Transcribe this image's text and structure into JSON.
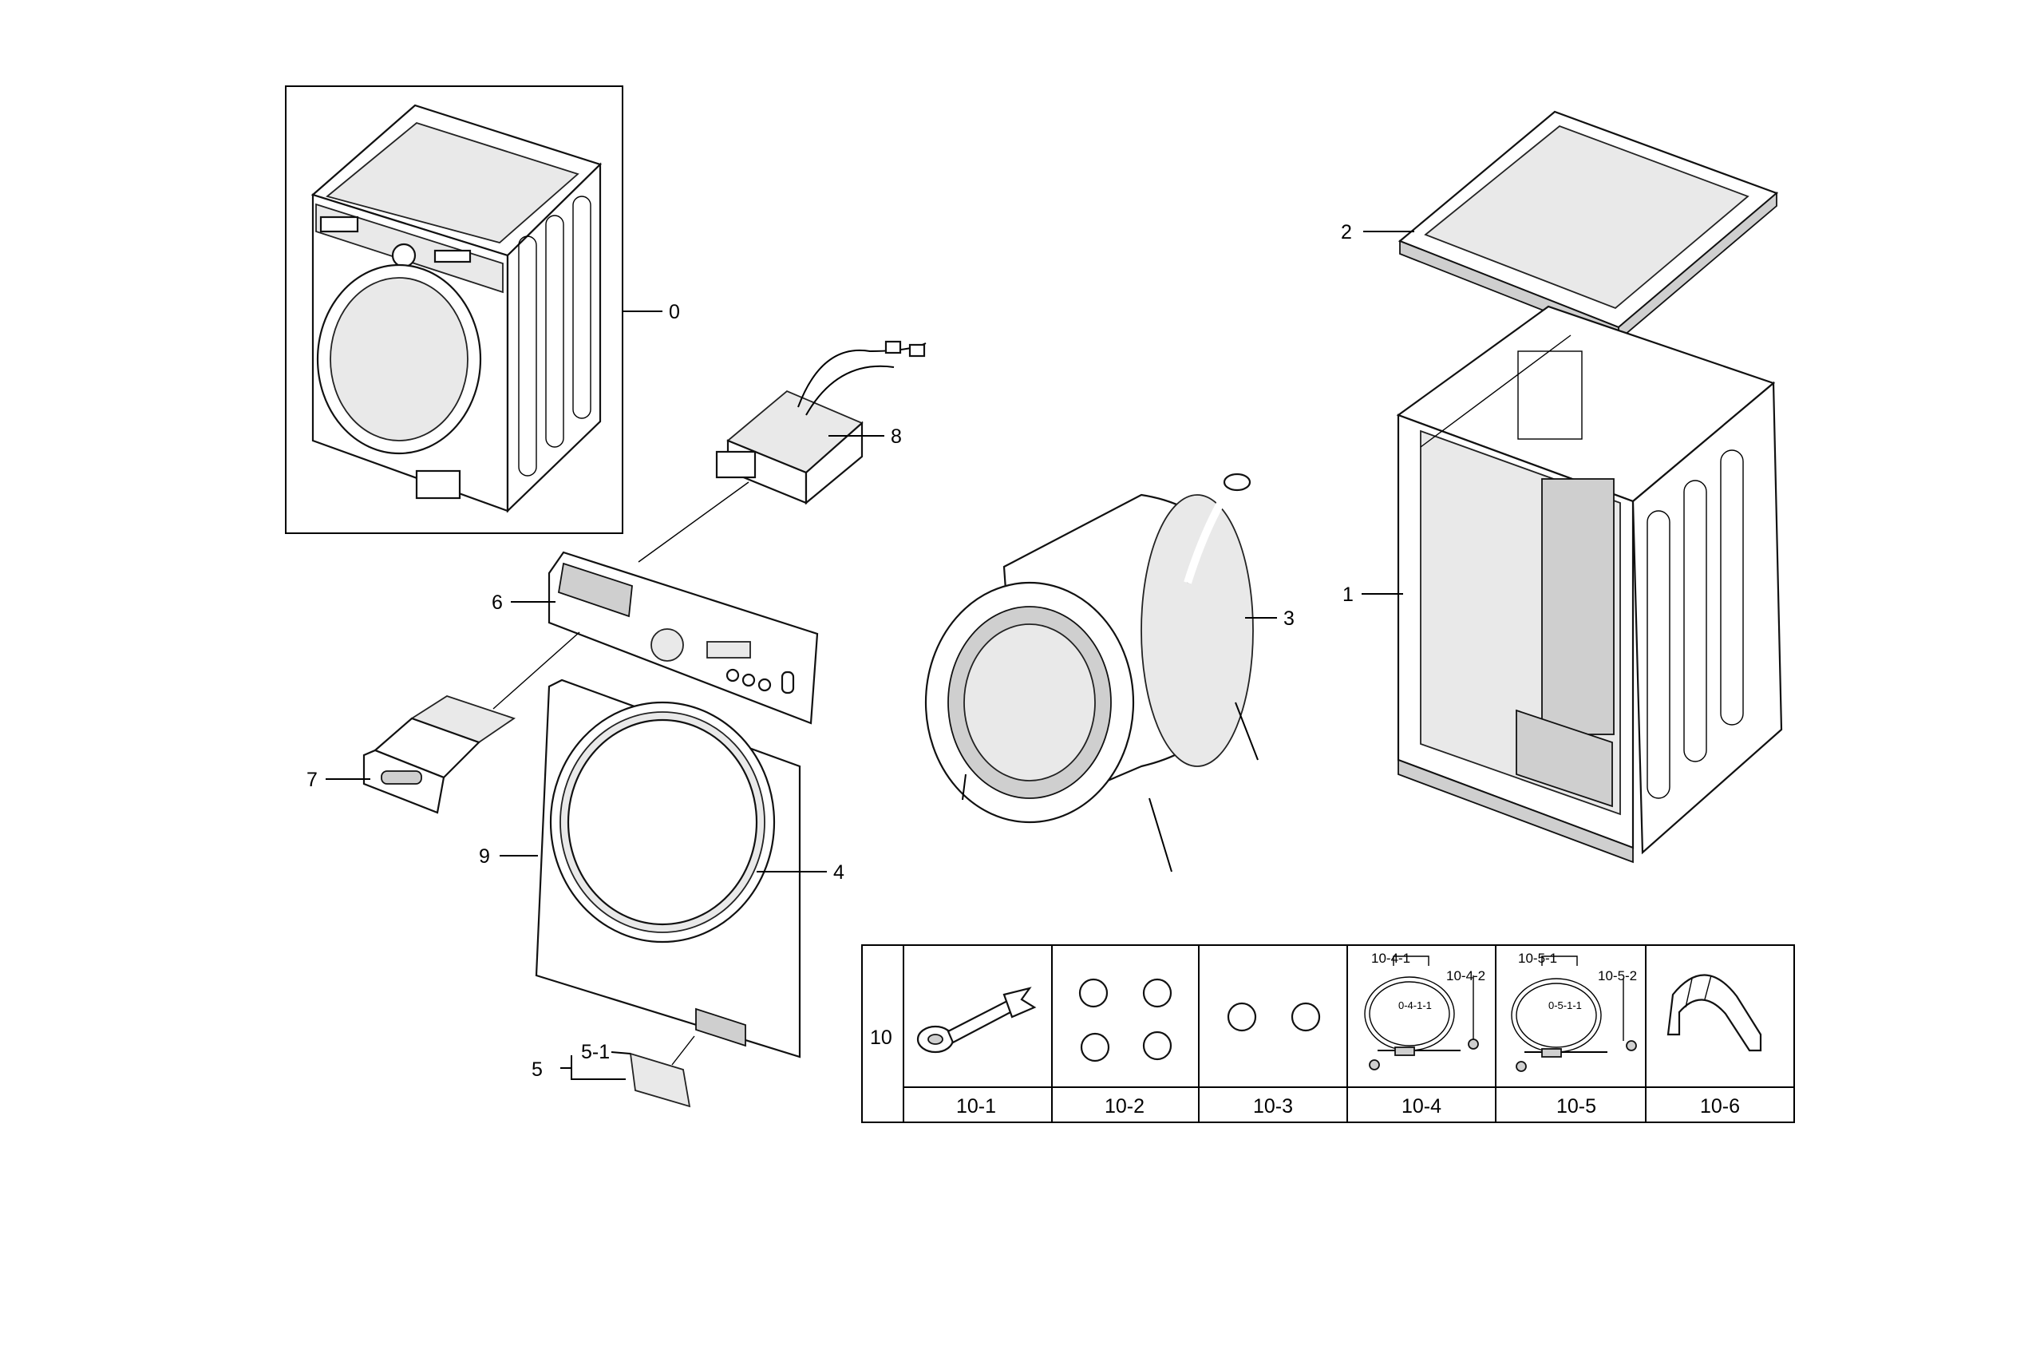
{
  "callouts": {
    "c0": "0",
    "c1": "1",
    "c2": "2",
    "c3": "3",
    "c4": "4",
    "c5": "5",
    "c5_1": "5-1",
    "c6": "6",
    "c7": "7",
    "c8": "8",
    "c9": "9"
  },
  "accessories": {
    "group_label": "10",
    "cells": [
      {
        "label": "10-1"
      },
      {
        "label": "10-2"
      },
      {
        "label": "10-3"
      },
      {
        "label": "10-4",
        "sub": [
          "10-4-1",
          "10-4-2",
          "0-4-1-1"
        ]
      },
      {
        "label": "10-5",
        "sub": [
          "10-5-1",
          "10-5-2",
          "0-5-1-1"
        ]
      },
      {
        "label": "10-6"
      }
    ]
  }
}
